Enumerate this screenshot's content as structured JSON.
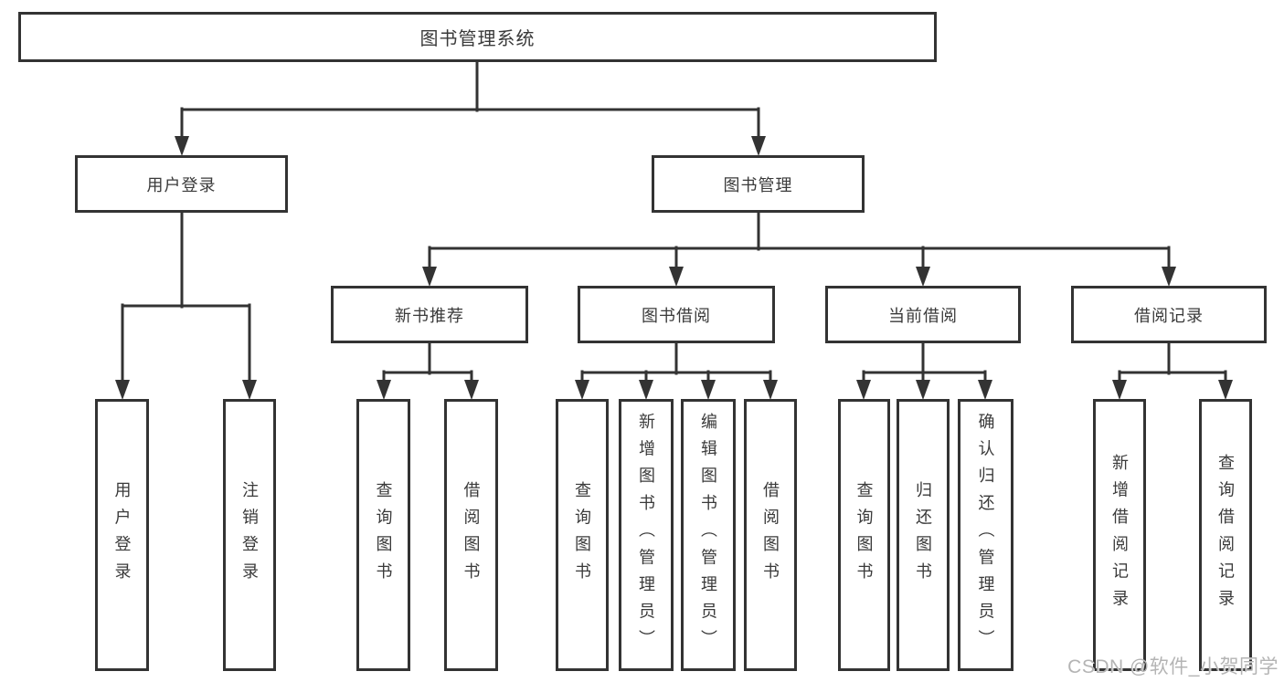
{
  "colors": {
    "line": "#333333",
    "box_border": "#333333",
    "text": "#3a3a3a",
    "box_background": "#ffffff",
    "page_background": "#ffffff",
    "watermark": "#b4b4b4"
  },
  "tree": {
    "root": {
      "label": "图书管理系统"
    },
    "branches": [
      {
        "label": "用户登录",
        "children": [
          {
            "label": "用户登录"
          },
          {
            "label": "注销登录"
          }
        ]
      },
      {
        "label": "图书管理",
        "groups": [
          {
            "label": "新书推荐",
            "children": [
              {
                "label": "查询图书"
              },
              {
                "label": "借阅图书"
              }
            ]
          },
          {
            "label": "图书借阅",
            "children": [
              {
                "label": "查询图书"
              },
              {
                "label": "新增图书（管理员）"
              },
              {
                "label": "编辑图书（管理员）"
              },
              {
                "label": "借阅图书"
              }
            ]
          },
          {
            "label": "当前借阅",
            "children": [
              {
                "label": "查询图书"
              },
              {
                "label": "归还图书"
              },
              {
                "label": "确认归还（管理员）"
              }
            ]
          },
          {
            "label": "借阅记录",
            "children": [
              {
                "label": "新增借阅记录"
              },
              {
                "label": "查询借阅记录"
              }
            ]
          }
        ]
      }
    ]
  },
  "watermark": {
    "text": "CSDN @软件_小贺同学"
  }
}
